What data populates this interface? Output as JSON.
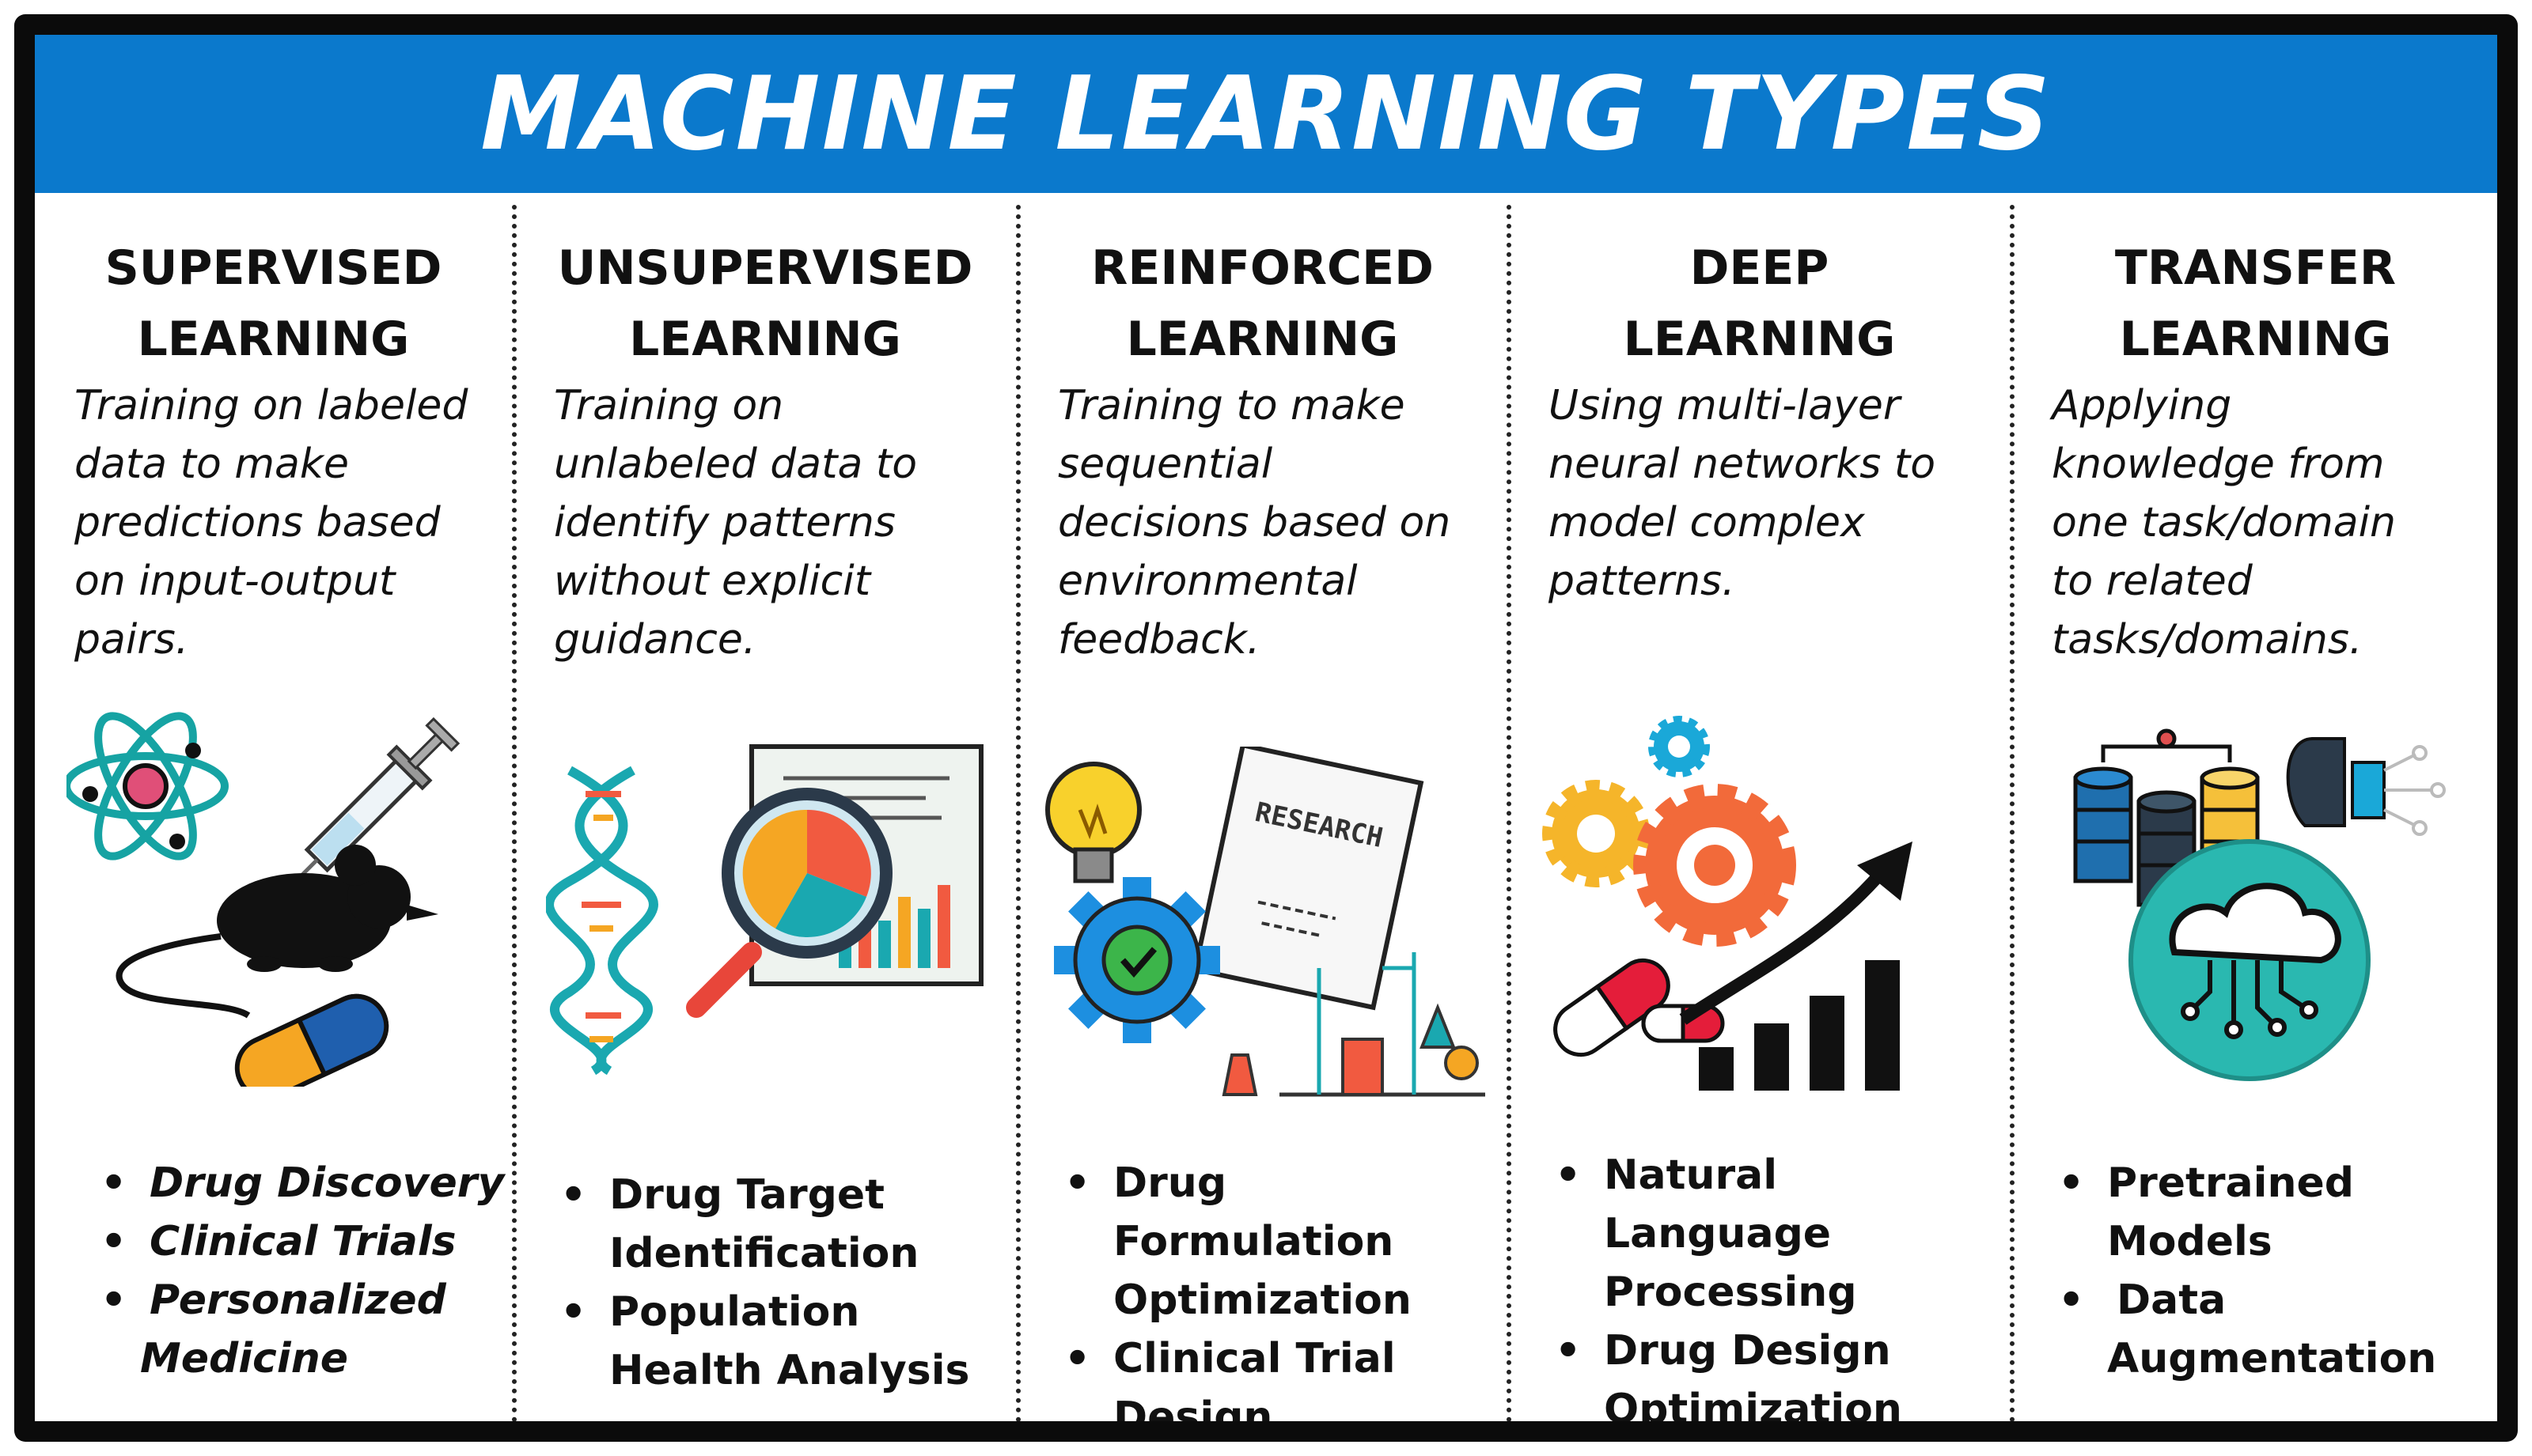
{
  "title": "MACHINE LEARNING TYPES",
  "colors": {
    "banner": "#0b79cc",
    "frame": "#0b0b0b",
    "text": "#111111"
  },
  "columns": [
    {
      "title_lines": [
        "SUPERVISED",
        "LEARNING"
      ],
      "desc_lines": [
        "Training on labeled",
        "data to make",
        "predictions based",
        "on input-output",
        "pairs."
      ],
      "icon": "science-lab-icon",
      "applications": [
        {
          "lines": [
            "Drug Discovery"
          ]
        },
        {
          "lines": [
            "Clinical Trials"
          ]
        },
        {
          "lines": [
            "Personalized",
            "Medicine"
          ]
        }
      ]
    },
    {
      "title_lines": [
        "UNSUPERVISED",
        "LEARNING"
      ],
      "desc_lines": [
        "Training on",
        "unlabeled data to",
        "identify patterns",
        "without explicit",
        "guidance."
      ],
      "icon": "dna-analysis-icon",
      "applications": [
        {
          "lines": [
            "Drug Target",
            "Identification"
          ]
        },
        {
          "lines": [
            "Population",
            "Health Analysis"
          ]
        }
      ]
    },
    {
      "title_lines": [
        "REINFORCED",
        "LEARNING"
      ],
      "desc_lines": [
        "Training to make",
        "sequential",
        "decisions based on",
        "environmental",
        "feedback."
      ],
      "icon": "research-gear-icon",
      "icon_text": "RESEARCH",
      "applications": [
        {
          "lines": [
            "Drug",
            "Formulation",
            "Optimization"
          ]
        },
        {
          "lines": [
            "Clinical Trial",
            "Design"
          ]
        }
      ]
    },
    {
      "title_lines": [
        "DEEP",
        "LEARNING"
      ],
      "desc_lines": [
        "Using multi-layer",
        "neural networks to",
        "model complex",
        "patterns."
      ],
      "icon": "gears-growth-icon",
      "applications": [
        {
          "lines": [
            "Natural",
            "Language",
            "Processing"
          ]
        },
        {
          "lines": [
            "Drug Design",
            "Optimization"
          ]
        }
      ]
    },
    {
      "title_lines": [
        "TRANSFER",
        "LEARNING"
      ],
      "desc_lines": [
        "Applying",
        "knowledge from",
        "one task/domain",
        "to related",
        "tasks/domains."
      ],
      "icon": "cloud-data-icon",
      "applications": [
        {
          "lines": [
            "Pretrained",
            "Models"
          ]
        },
        {
          "lines": [
            "Data",
            "Augmentation"
          ]
        }
      ]
    }
  ]
}
